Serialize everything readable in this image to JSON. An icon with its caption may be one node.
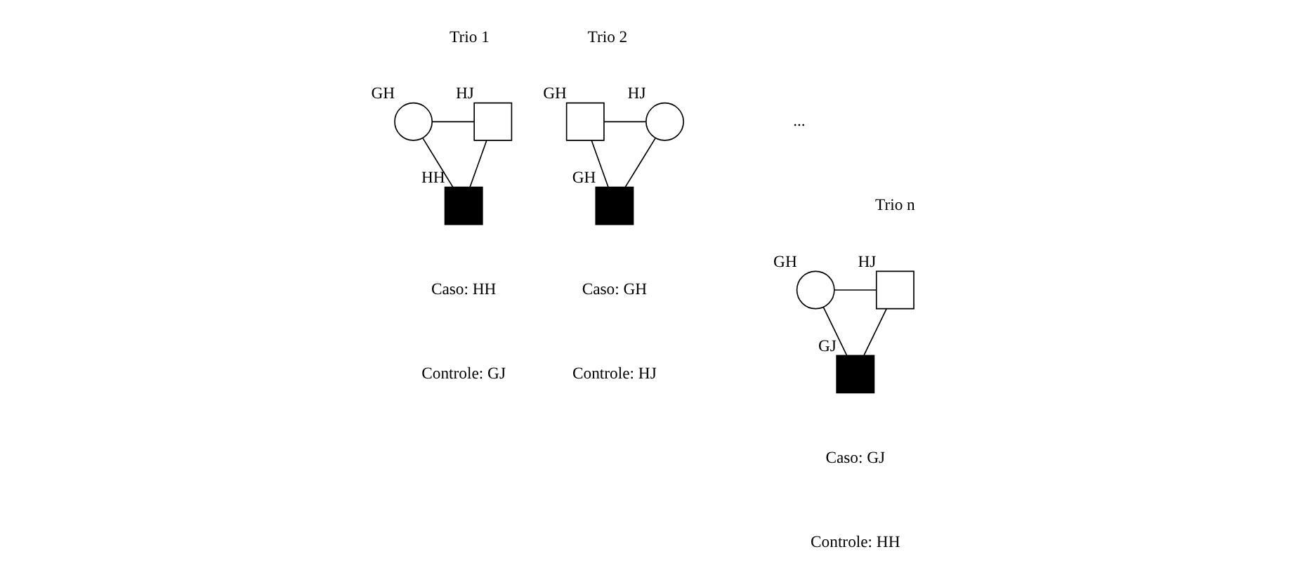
{
  "diagram": {
    "nodes": [
      {
        "text": [],
        "shape": "circle",
        "beside": [
          "GH"
        ]
      },
      {
        "text": [],
        "shape": "box",
        "beside": [
          "HJ"
        ]
      },
      {
        "text": [],
        "shape": "box",
        "beside": [
          "HH"
        ]
      },
      {
        "text": [],
        "shape": "box",
        "beside": [
          "GH"
        ]
      },
      {
        "text": [],
        "shape": "circle",
        "beside": [
          "HJ"
        ]
      },
      {
        "text": [],
        "shape": "box",
        "beside": [
          "GH"
        ]
      },
      {
        "text": [],
        "shape": "circle",
        "beside": [
          "GH"
        ]
      },
      {
        "text": [],
        "shape": "box",
        "beside": [
          "HJ"
        ]
      },
      {
        "text": [],
        "shape": "box",
        "beside": [
          "GJ"
        ]
      }
    ],
    "edges": [
      {
        "from": 0,
        "to": 1,
        "arrow": "none"
      },
      {
        "from": 0,
        "to": 2,
        "arrow": "none"
      },
      {
        "from": 1,
        "to": 2,
        "arrow": "none"
      },
      {
        "from": 3,
        "to": 4,
        "arrow": "none"
      },
      {
        "from": 3,
        "to": 5,
        "arrow": "none"
      },
      {
        "from": 4,
        "to": 5,
        "arrow": "none"
      },
      {
        "from": 6,
        "to": 7,
        "arrow": "none"
      },
      {
        "from": 6,
        "to": 8,
        "arrow": "none"
      },
      {
        "from": 7,
        "to": 8,
        "arrow": "none"
      }
    ],
    "labels": [
      "Trio 1",
      "Trio 2",
      "Trio n",
      "...",
      "Caso: HH",
      "Caso: GH",
      "Caso: GJ",
      "Controle: GJ",
      "Controle: HJ",
      "Controle: HH"
    ]
  }
}
